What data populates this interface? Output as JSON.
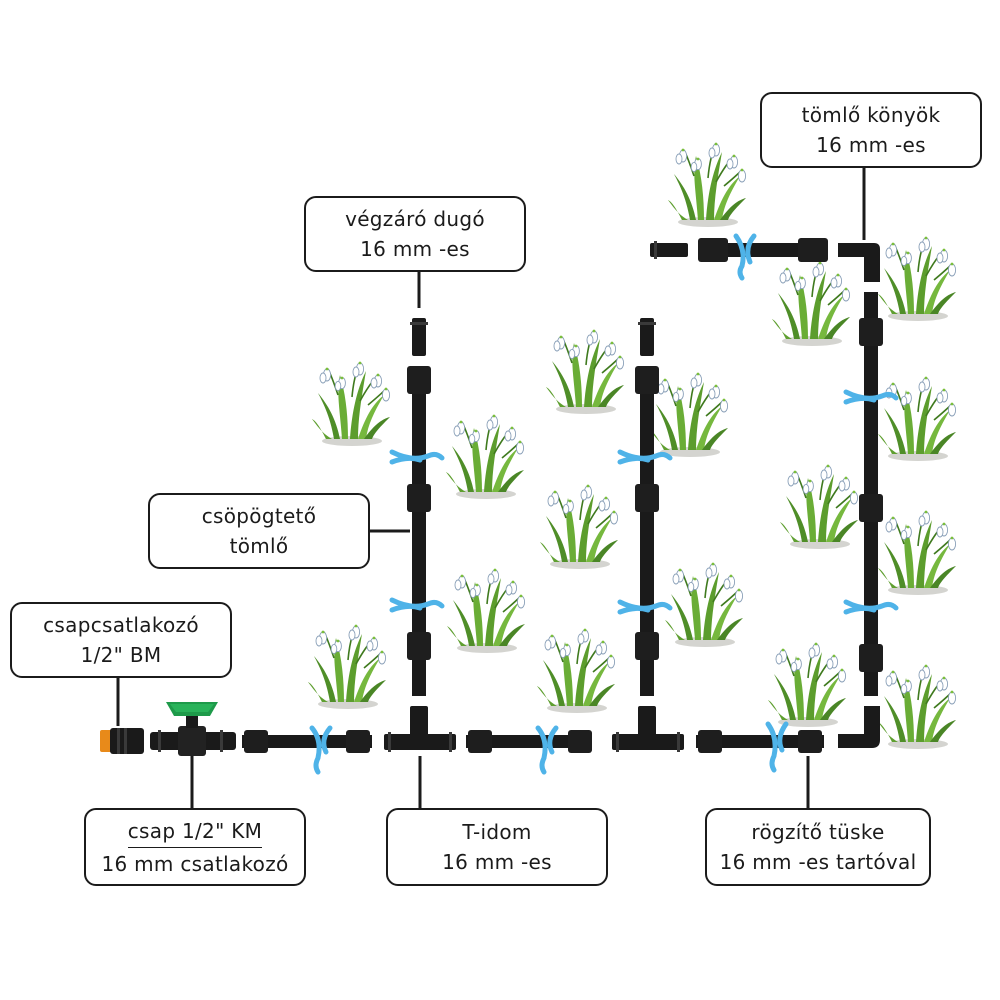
{
  "labels": {
    "elbow": {
      "line1": "tömlő könyök",
      "line2": "16 mm -es"
    },
    "end_plug": {
      "line1": "végzáró dugó",
      "line2": "16 mm -es"
    },
    "drip_hose": {
      "line1": "csöpögtető",
      "line2": "tömlő"
    },
    "tap_connector": {
      "line1": "csapcsatlakozó",
      "line2": "1/2\" BM"
    },
    "valve": {
      "line1": "csap 1/2\" KM",
      "line2": "16 mm csatlakozó"
    },
    "tee": {
      "line1": "T-idom",
      "line2": "16 mm -es"
    },
    "stake": {
      "line1": "rögzítő tüske",
      "line2": "16 mm -es tartóval"
    }
  },
  "colors": {
    "pipe": "#1a1a1a",
    "connector_band": "#3a3a3a",
    "stake_blue": "#4fb3e8",
    "valve_green": "#1e9a4a",
    "tap_orange": "#e88a1a",
    "leaf_green": "#5a9e2e",
    "flower_white": "#ffffff"
  },
  "icons": [
    "flower-plant-icon",
    "stake-clip-icon",
    "valve-icon",
    "tee-fitting-icon",
    "elbow-fitting-icon",
    "end-plug-icon"
  ]
}
